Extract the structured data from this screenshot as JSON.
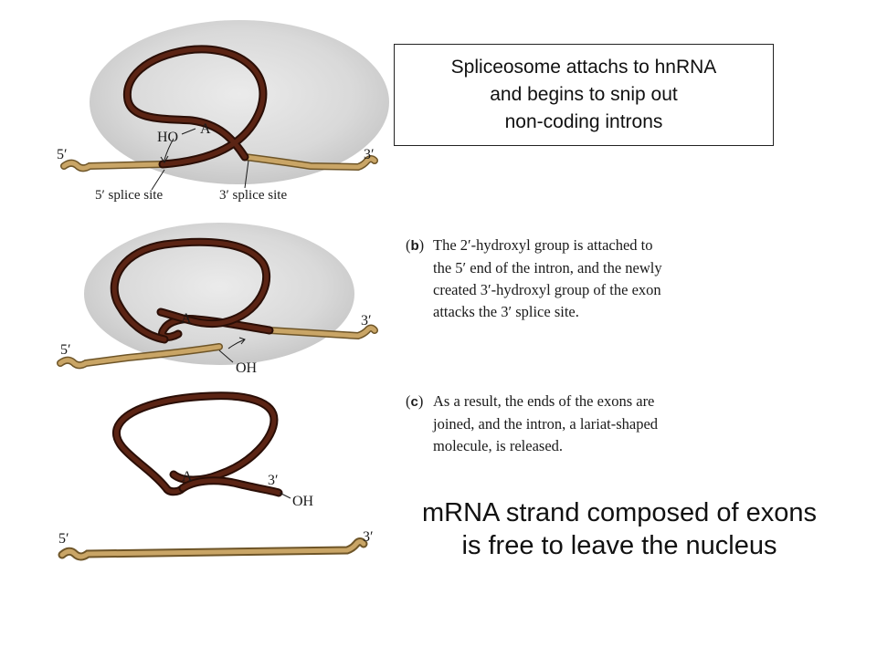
{
  "box": {
    "lines": [
      "Spliceosome attachs to hnRNA",
      "and begins to snip out",
      "non-coding introns"
    ]
  },
  "panel_a": {
    "ho_label": "HO",
    "a_label": "A",
    "five_prime": "5′",
    "three_prime": "3′",
    "five_splice_label": "5′ splice site",
    "three_splice_label": "3′ splice site"
  },
  "panel_b": {
    "a_label": "A",
    "five_prime": "5′",
    "three_prime": "3′",
    "oh_label": "OH",
    "caption_tag": "b",
    "caption_lines": [
      "The 2′-hydroxyl group is attached to",
      "the 5′ end of the intron, and the newly",
      "created 3′-hydroxyl group of the exon",
      "attacks the 3′ splice site."
    ]
  },
  "panel_c": {
    "a_label": "A",
    "three_prime": "3′",
    "oh_label": "OH",
    "caption_tag": "c",
    "caption_lines": [
      "As a result, the ends of the exons are",
      "joined, and the intron, a lariat-shaped",
      "molecule, is released."
    ]
  },
  "panel_d": {
    "five_prime": "5′",
    "three_prime": "3′"
  },
  "footer": {
    "lines": [
      "mRNA strand composed of exons",
      "is free to leave the nucleus"
    ]
  },
  "colors": {
    "intron": "#4a1f12",
    "exon": "#b89455",
    "spliceosome": "#d9d9d9"
  }
}
